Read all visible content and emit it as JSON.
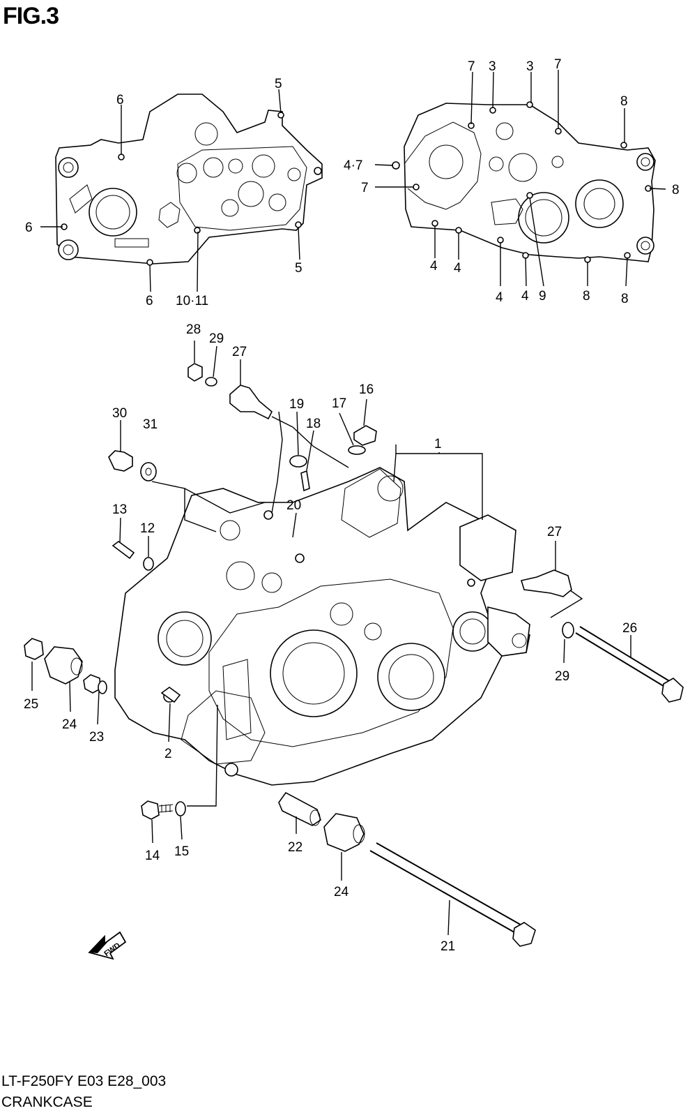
{
  "header": {
    "figure_title": "FIG.3"
  },
  "footer": {
    "model_code": "LT-F250FY E03 E28_003",
    "section_name": "CRANKCASE"
  },
  "direction_arrow": {
    "label": "FWD",
    "icon": "fwd-arrow-icon"
  },
  "callouts": {
    "c1": "1",
    "c2": "2",
    "c3a": "3",
    "c3b": "3",
    "c4a": "4",
    "c4b": "4",
    "c4c": "4",
    "c4d": "4",
    "c47": "4·7",
    "c5a": "5",
    "c5b": "5",
    "c6a": "6",
    "c6b": "6",
    "c6c": "6",
    "c7a": "7",
    "c7b": "7",
    "c7c": "7",
    "c8a": "8",
    "c8b": "8",
    "c8c": "8",
    "c8d": "8",
    "c9": "9",
    "c1011": "10·11",
    "c12": "12",
    "c13": "13",
    "c14": "14",
    "c15": "15",
    "c16": "16",
    "c17": "17",
    "c18": "18",
    "c19": "19",
    "c20": "20",
    "c21": "21",
    "c22": "22",
    "c23": "23",
    "c24a": "24",
    "c24b": "24",
    "c25": "25",
    "c26": "26",
    "c27a": "27",
    "c27b": "27",
    "c28": "28",
    "c29a": "29",
    "c29b": "29",
    "c30": "30",
    "c31": "31"
  }
}
